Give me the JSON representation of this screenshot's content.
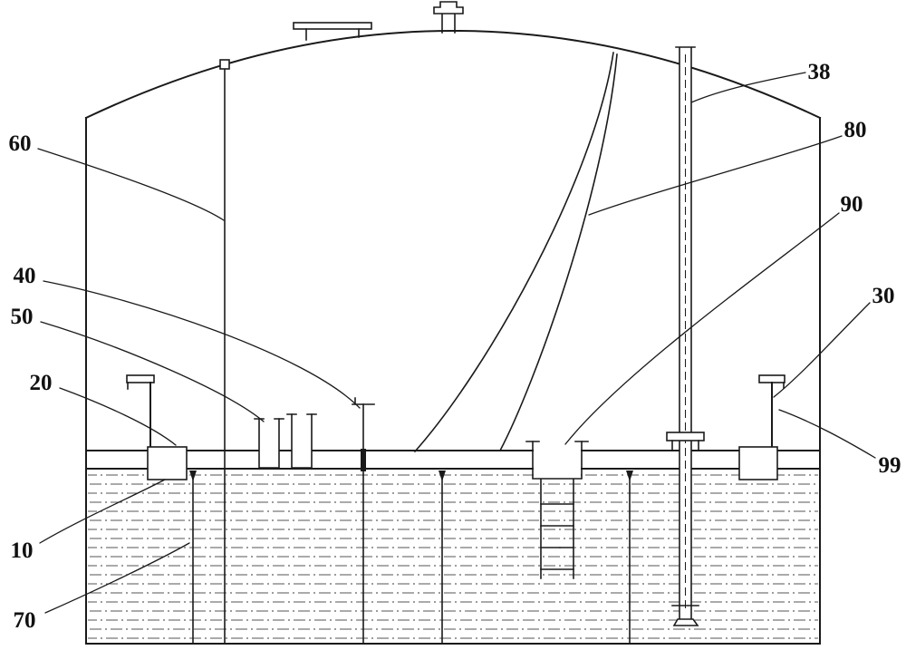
{
  "colors": {
    "line": "#1a1a1a",
    "background": "#ffffff",
    "hatch": "#555555"
  },
  "labels": {
    "n38": "38",
    "n80": "80",
    "n90": "90",
    "n30": "30",
    "n99": "99",
    "n60": "60",
    "n40": "40",
    "n50": "50",
    "n20": "20",
    "n10": "10",
    "n70": "70"
  }
}
